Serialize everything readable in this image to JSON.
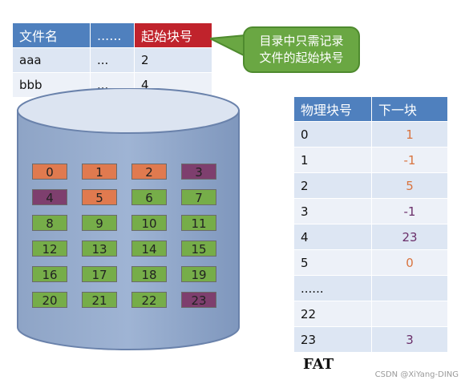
{
  "directory": {
    "headers": [
      "文件名",
      "......",
      "起始块号"
    ],
    "rows": [
      {
        "name": "aaa",
        "dots": "...",
        "start": "2"
      },
      {
        "name": "bbb",
        "dots": "...",
        "start": "4"
      }
    ]
  },
  "callout": {
    "line1": "目录中只需记录",
    "line2": "文件的起始块号"
  },
  "disk": {
    "blocks": [
      {
        "n": "0",
        "color": "#e07a4f"
      },
      {
        "n": "1",
        "color": "#e07a4f"
      },
      {
        "n": "2",
        "color": "#e07a4f"
      },
      {
        "n": "3",
        "color": "#7e3f6e"
      },
      {
        "n": "4",
        "color": "#7e3f6e"
      },
      {
        "n": "5",
        "color": "#e07a4f"
      },
      {
        "n": "6",
        "color": "#76ad49"
      },
      {
        "n": "7",
        "color": "#76ad49"
      },
      {
        "n": "8",
        "color": "#76ad49"
      },
      {
        "n": "9",
        "color": "#76ad49"
      },
      {
        "n": "10",
        "color": "#76ad49"
      },
      {
        "n": "11",
        "color": "#76ad49"
      },
      {
        "n": "12",
        "color": "#76ad49"
      },
      {
        "n": "13",
        "color": "#76ad49"
      },
      {
        "n": "14",
        "color": "#76ad49"
      },
      {
        "n": "15",
        "color": "#76ad49"
      },
      {
        "n": "16",
        "color": "#76ad49"
      },
      {
        "n": "17",
        "color": "#76ad49"
      },
      {
        "n": "18",
        "color": "#76ad49"
      },
      {
        "n": "19",
        "color": "#76ad49"
      },
      {
        "n": "20",
        "color": "#76ad49"
      },
      {
        "n": "21",
        "color": "#76ad49"
      },
      {
        "n": "22",
        "color": "#76ad49"
      },
      {
        "n": "23",
        "color": "#7e3f6e"
      }
    ]
  },
  "fat": {
    "headers": [
      "物理块号",
      "下一块"
    ],
    "rows": [
      {
        "block": "0",
        "next": "1",
        "color": "#d9743f"
      },
      {
        "block": "1",
        "next": "-1",
        "color": "#d9743f"
      },
      {
        "block": "2",
        "next": "5",
        "color": "#d9743f"
      },
      {
        "block": "3",
        "next": "-1",
        "color": "#6a2f6a"
      },
      {
        "block": "4",
        "next": "23",
        "color": "#6a2f6a"
      },
      {
        "block": "5",
        "next": "0",
        "color": "#d9743f"
      },
      {
        "block": "......",
        "next": "",
        "color": "#111111"
      },
      {
        "block": "22",
        "next": "",
        "color": "#111111"
      },
      {
        "block": "23",
        "next": "3",
        "color": "#6a2f6a"
      }
    ],
    "label": "FAT"
  },
  "watermark": "CSDN @XiYang-DING"
}
